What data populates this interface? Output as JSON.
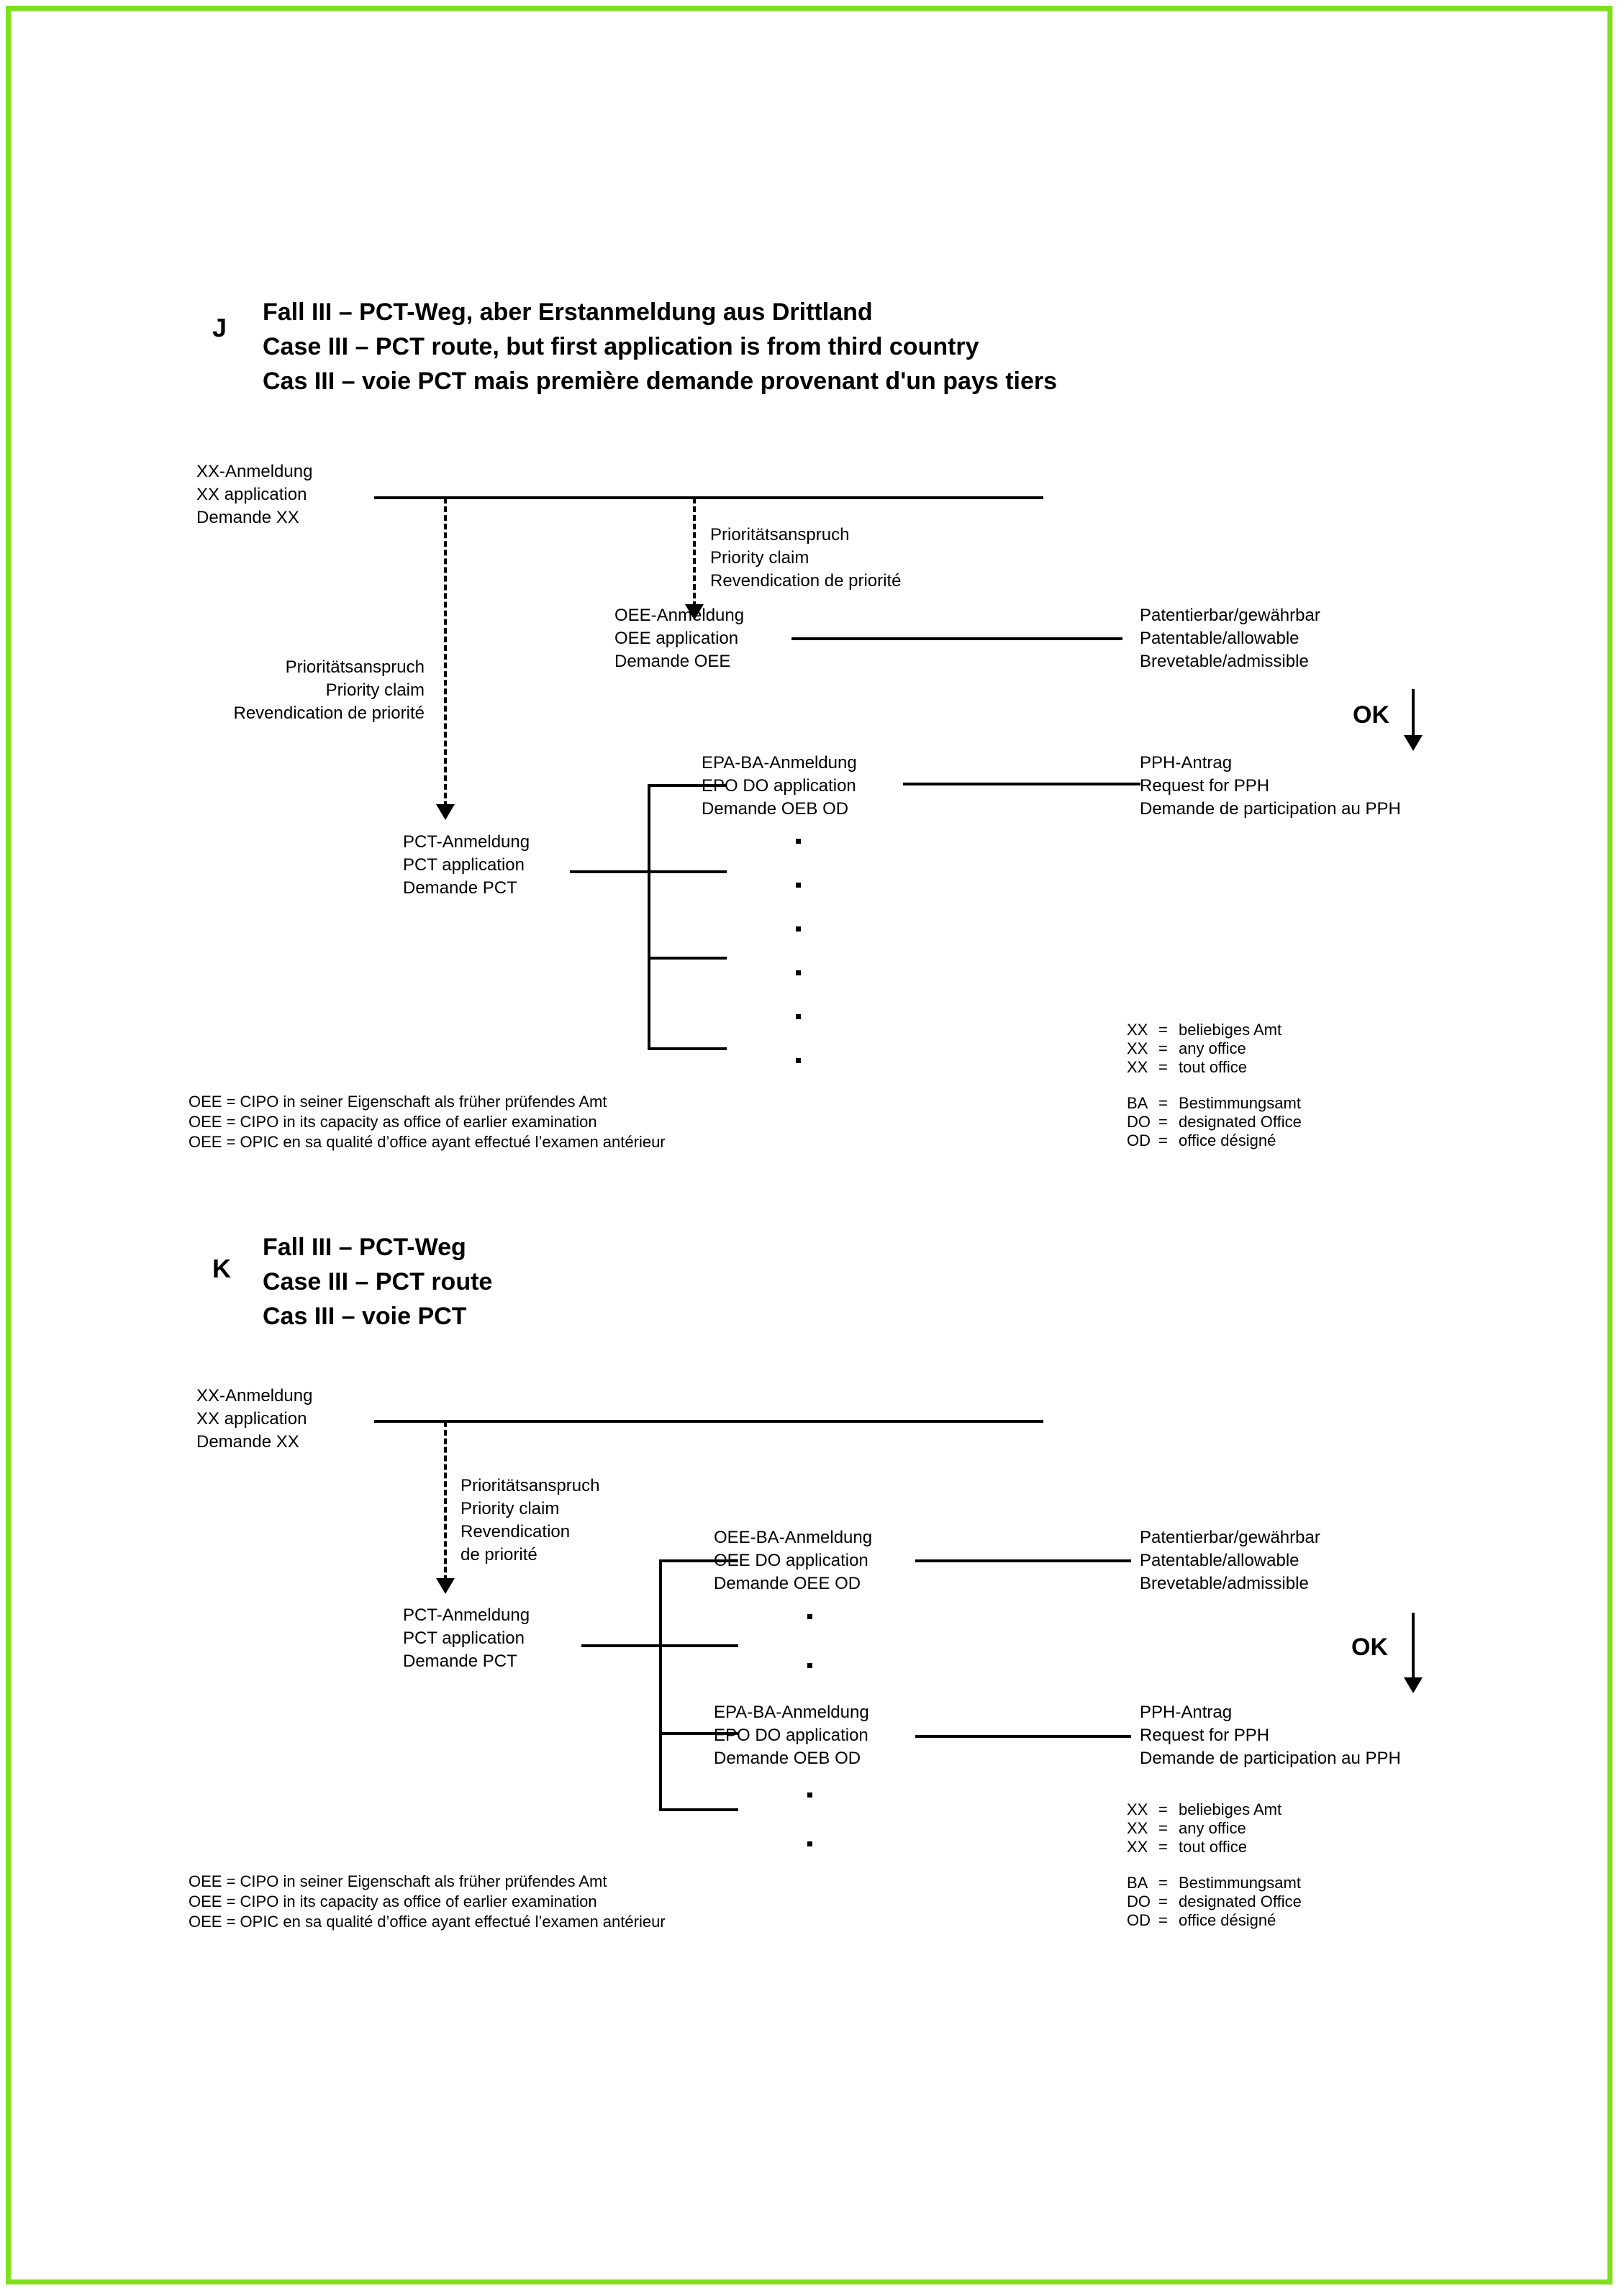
{
  "document": {
    "border_color": "#7ee01e",
    "background": "#ffffff"
  },
  "sections": [
    {
      "letter": "J",
      "title_de": "Fall III – PCT-Weg, aber Erstanmeldung aus Drittland",
      "title_en": "Case III – PCT route, but first application is from third country",
      "title_fr": "Cas III – voie PCT mais première demande provenant d'un pays tiers",
      "nodes": {
        "xx_application": {
          "de": "XX-Anmeldung",
          "en": "XX application",
          "fr": "Demande XX"
        },
        "oee_application": {
          "de": "OEE-Anmeldung",
          "en": "OEE application",
          "fr": "Demande OEE"
        },
        "pct_application": {
          "de": "PCT-Anmeldung",
          "en": "PCT application",
          "fr": "Demande PCT"
        },
        "epa_ba_application": {
          "de": "EPA-BA-Anmeldung",
          "en": "EPO DO application",
          "fr": "Demande OEB OD"
        },
        "patentable": {
          "de": "Patentierbar/gewährbar",
          "en": "Patentable/allowable",
          "fr": "Brevetable/admissible"
        },
        "pph_request": {
          "de": "PPH-Antrag",
          "en": "Request for PPH",
          "fr": "Demande de participation au PPH"
        }
      },
      "priority_claim_top": {
        "de": "Prioritätsanspruch",
        "en": "Priority claim",
        "fr": "Revendication de priorité"
      },
      "priority_claim_left": {
        "de": "Prioritätsanspruch",
        "en": "Priority claim",
        "fr": "Revendication de priorité"
      },
      "ok_label": "OK",
      "oee_legend": [
        "OEE = CIPO in seiner Eigenschaft als früher prüfendes Amt",
        "OEE = CIPO in its capacity as office of earlier examination",
        "OEE = OPIC en sa qualité d’office ayant effectué l’examen antérieur"
      ],
      "abbreviations": [
        {
          "key": "XX",
          "eq": "=",
          "value": "beliebiges Amt"
        },
        {
          "key": "XX",
          "eq": "=",
          "value": "any office"
        },
        {
          "key": "XX",
          "eq": "=",
          "value": "tout office"
        },
        {
          "key": "BA",
          "eq": "=",
          "value": "Bestimmungsamt"
        },
        {
          "key": "DO",
          "eq": "=",
          "value": "designated Office"
        },
        {
          "key": "OD",
          "eq": "=",
          "value": "office désigné"
        }
      ]
    },
    {
      "letter": "K",
      "title_de": "Fall III – PCT-Weg",
      "title_en": "Case III – PCT route",
      "title_fr": "Cas III – voie PCT",
      "nodes": {
        "xx_application": {
          "de": "XX-Anmeldung",
          "en": "XX application",
          "fr": "Demande XX"
        },
        "oee_ba_application": {
          "de": "OEE-BA-Anmeldung",
          "en": "OEE DO application",
          "fr": "Demande OEE OD"
        },
        "pct_application": {
          "de": "PCT-Anmeldung",
          "en": "PCT application",
          "fr": "Demande PCT"
        },
        "epa_ba_application": {
          "de": "EPA-BA-Anmeldung",
          "en": "EPO DO application",
          "fr": "Demande OEB OD"
        },
        "patentable": {
          "de": "Patentierbar/gewährbar",
          "en": "Patentable/allowable",
          "fr": "Brevetable/admissible"
        },
        "pph_request": {
          "de": "PPH-Antrag",
          "en": "Request for PPH",
          "fr": "Demande de participation au PPH"
        }
      },
      "priority_claim": {
        "de": "Prioritätsanspruch",
        "en": "Priority claim",
        "fr1": "Revendication",
        "fr2": "de priorité"
      },
      "ok_label": "OK",
      "oee_legend": [
        "OEE = CIPO in seiner Eigenschaft als früher prüfendes Amt",
        "OEE = CIPO in its capacity as office of earlier examination",
        "OEE = OPIC en sa qualité d’office ayant effectué l’examen antérieur"
      ],
      "abbreviations": [
        {
          "key": "XX",
          "eq": "=",
          "value": "beliebiges Amt"
        },
        {
          "key": "XX",
          "eq": "=",
          "value": "any office"
        },
        {
          "key": "XX",
          "eq": "=",
          "value": "tout office"
        },
        {
          "key": "BA",
          "eq": "=",
          "value": "Bestimmungsamt"
        },
        {
          "key": "DO",
          "eq": "=",
          "value": "designated Office"
        },
        {
          "key": "OD",
          "eq": "=",
          "value": "office désigné"
        }
      ]
    }
  ]
}
